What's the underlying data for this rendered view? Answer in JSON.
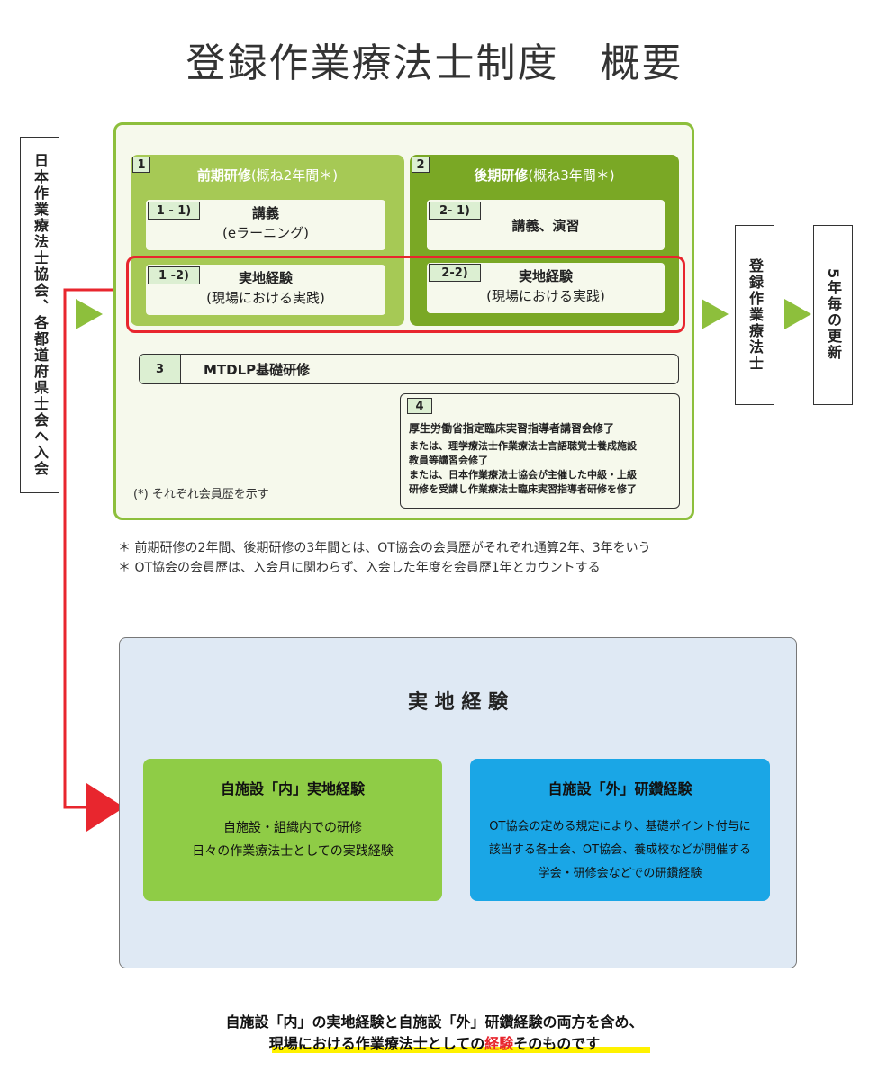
{
  "title": "登録作業療法士制度　概要",
  "left_vertical": "日本作業療法士協会、各都道府県士会へ入会",
  "right_vertical_1": "登録作業療法士",
  "right_vertical_2": "5年毎の更新",
  "section1": {
    "num": "1",
    "heading": "前期研修",
    "heading_sub": "(概ね2年間＊)",
    "item1": {
      "tag": "1 - 1)",
      "line1": "講義",
      "line2": "(eラーニング)"
    },
    "item2": {
      "tag": "1 -2)",
      "line1": "実地経験",
      "line2": "(現場における実践)"
    }
  },
  "section2": {
    "num": "2",
    "heading": "後期研修",
    "heading_sub": "(概ね3年間＊)",
    "item1": {
      "tag": "2- 1)",
      "line1": "講義、演習"
    },
    "item2": {
      "tag": "2-2)",
      "line1": "実地経験",
      "line2": "(現場における実践)"
    }
  },
  "section3": {
    "num": "3",
    "label": "MTDLP基礎研修"
  },
  "section4": {
    "num": "4",
    "line1": "厚生労働省指定臨床実習指導者講習会修了",
    "line2": "または、理学療法士作業療法士言語聴覚士養成施設",
    "line3": "教員等講習会修了",
    "line4": "または、日本作業療法士協会が主催した中級・上級",
    "line5": "研修を受講し作業療法士臨床実習指導者研修を修了"
  },
  "inner_note": "(*) それぞれ会員歴を示す",
  "footnote1": "＊ 前期研修の2年間、後期研修の3年間とは、OT協会の会員歴がそれぞれ通算2年、3年をいう",
  "footnote2": "＊ OT協会の会員歴は、入会月に関わらず、入会した年度を会員歴1年とカウントする",
  "detail": {
    "title": "実 地 経 験",
    "internal": {
      "title": "自施設「内」実地経験",
      "line1": "自施設・組織内での研修",
      "line2": "日々の作業療法士としての実践経験"
    },
    "external": {
      "title": "自施設「外」研鑽経験",
      "line1": "OT協会の定める規定により、基礎ポイント付与に",
      "line2": "該当する各士会、OT協会、養成校などが開催する",
      "line3": "学会・研修会などでの研鑽経験"
    }
  },
  "summary": {
    "line1": "自施設「内」の実地経験と自施設「外」研鑽経験の両方を含め、",
    "line2_a": "現場における作業療法士としての",
    "line2_b": "経験",
    "line2_c": "そのものです"
  },
  "colors": {
    "light_green": "#a6c955",
    "dark_green": "#7aa825",
    "red": "#e8262e",
    "card_green": "#8fcc46",
    "card_blue": "#1aa6e6",
    "highlight": "#fff200"
  }
}
